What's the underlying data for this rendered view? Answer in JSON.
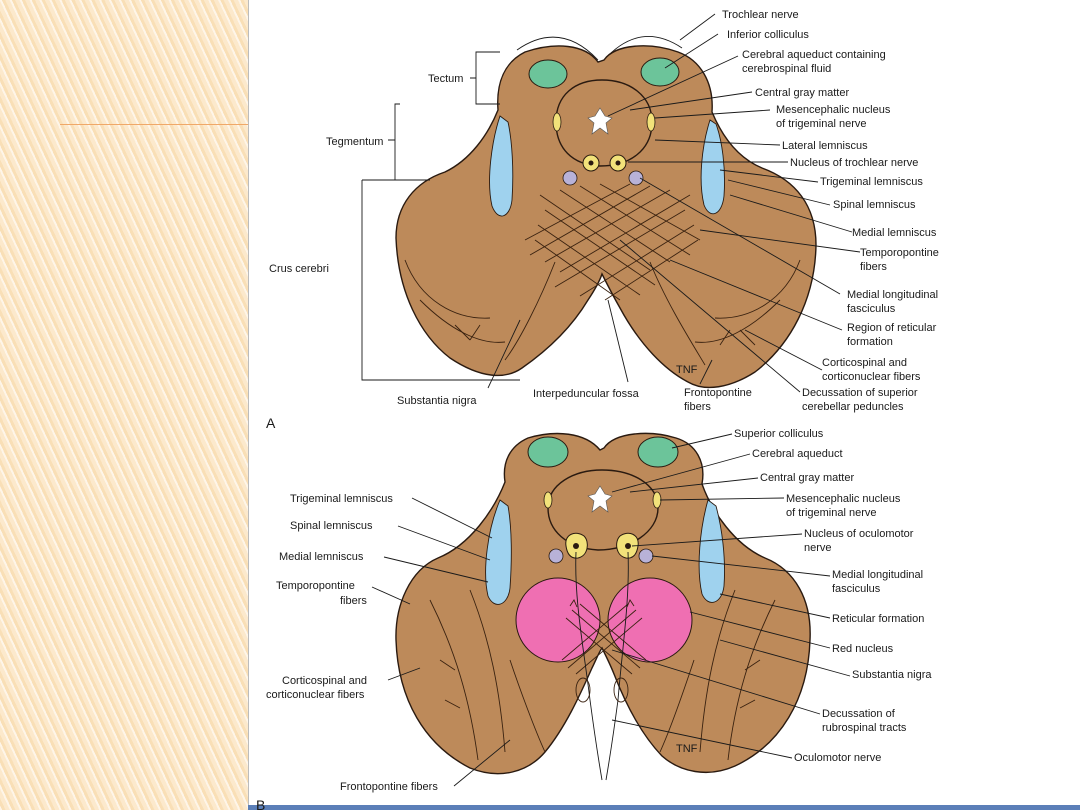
{
  "slide": {
    "colors": {
      "background_stripes": "#fce9cc",
      "accent_line": "#f0a868",
      "bottom_bar": "#5b7fb8",
      "tissue": "#bd8a5a",
      "colliculus": "#6cc49a",
      "lemniscus": "#9fd2ee",
      "nucleus": "#f2e27a",
      "mlf": "#b8b2d8",
      "red_nucleus": "#ef6fb2"
    }
  },
  "figure": {
    "panel_a": {
      "letter": "A",
      "labels": {
        "trochlear_nerve": "Trochlear nerve",
        "inferior_colliculus": "Inferior colliculus",
        "aqueduct_1": "Cerebral aqueduct containing",
        "aqueduct_2": "cerebrospinal fluid",
        "central_gray": "Central gray matter",
        "mesenceph_1": "Mesencephalic nucleus",
        "mesenceph_2": "of trigeminal nerve",
        "lateral_lemniscus": "Lateral lemniscus",
        "nucleus_trochlear": "Nucleus of trochlear nerve",
        "trigeminal_lemniscus": "Trigeminal lemniscus",
        "spinal_lemniscus": "Spinal lemniscus",
        "medial_lemniscus": "Medial lemniscus",
        "temporopontine_1": "Temporopontine",
        "temporopontine_2": "fibers",
        "mlf_1": "Medial longitudinal",
        "mlf_2": "fasciculus",
        "reticular_1": "Region of reticular",
        "reticular_2": "formation",
        "corticospinal_1": "Corticospinal and",
        "corticospinal_2": "corticonuclear fibers",
        "decussation_1": "Decussation of superior",
        "decussation_2": "cerebellar peduncles",
        "frontopontine_1": "Frontopontine",
        "frontopontine_2": "fibers",
        "interpeduncular": "Interpeduncular fossa",
        "substantia_nigra": "Substantia nigra",
        "crus_cerebri": "Crus cerebri",
        "tegmentum": "Tegmentum",
        "tectum": "Tectum",
        "signature": "TNF"
      }
    },
    "panel_b": {
      "letter": "B",
      "labels": {
        "superior_colliculus": "Superior colliculus",
        "cerebral_aqueduct": "Cerebral aqueduct",
        "central_gray": "Central gray matter",
        "mesenceph_1": "Mesencephalic nucleus",
        "mesenceph_2": "of trigeminal nerve",
        "oculomotor_nucleus_1": "Nucleus of oculomotor",
        "oculomotor_nucleus_2": "nerve",
        "mlf_1": "Medial longitudinal",
        "mlf_2": "fasciculus",
        "reticular": "Reticular formation",
        "red_nucleus": "Red nucleus",
        "substantia_nigra": "Substantia nigra",
        "decussation_1": "Decussation of",
        "decussation_2": "rubrospinal tracts",
        "oculomotor_nerve": "Oculomotor nerve",
        "trigeminal_lemniscus": "Trigeminal lemniscus",
        "spinal_lemniscus": "Spinal lemniscus",
        "medial_lemniscus": "Medial lemniscus",
        "temporopontine_1": "Temporopontine",
        "temporopontine_2": "fibers",
        "corticospinal_1": "Corticospinal and",
        "corticospinal_2": "corticonuclear fibers",
        "frontopontine": "Frontopontine fibers",
        "signature": "TNF"
      }
    }
  }
}
